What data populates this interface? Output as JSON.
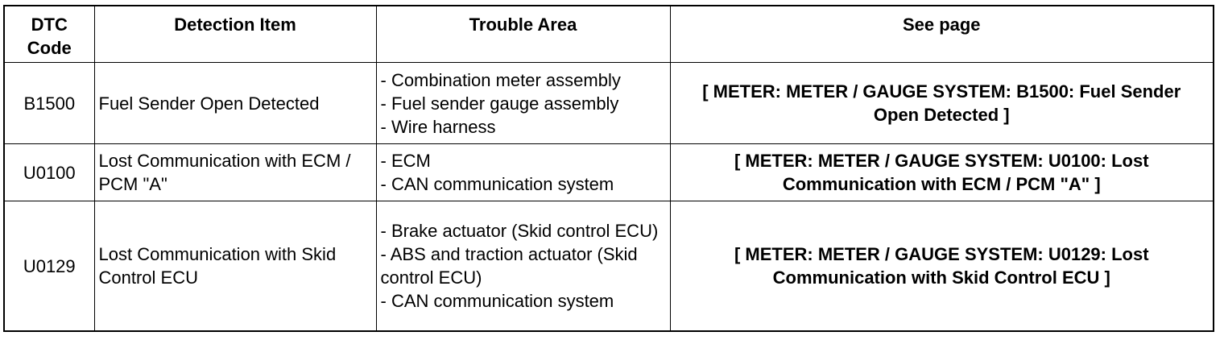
{
  "table": {
    "headers": {
      "code_line1": "DTC",
      "code_line2": "Code",
      "item": "Detection Item",
      "area": "Trouble Area",
      "see": "See page"
    },
    "rows": [
      {
        "code": "B1500",
        "item": "Fuel Sender Open Detected",
        "area": [
          "- Combination meter assembly",
          "- Fuel sender gauge assembly",
          "- Wire harness"
        ],
        "see": "[ METER: METER / GAUGE SYSTEM: B1500: Fuel Sender Open Detected ]"
      },
      {
        "code": "U0100",
        "item": "Lost Communication with ECM / PCM \"A\"",
        "area": [
          "- ECM",
          "- CAN communication system"
        ],
        "see": "[ METER: METER / GAUGE SYSTEM: U0100: Lost Communication with ECM / PCM \"A\" ]"
      },
      {
        "code": "U0129",
        "item": "Lost Communication with Skid Control ECU",
        "area": [
          "- Brake actuator (Skid control ECU)",
          "- ABS and traction actuator (Skid control ECU)",
          "- CAN communication system"
        ],
        "see": "[ METER: METER / GAUGE SYSTEM: U0129: Lost Communication with Skid Control ECU ]"
      }
    ]
  }
}
